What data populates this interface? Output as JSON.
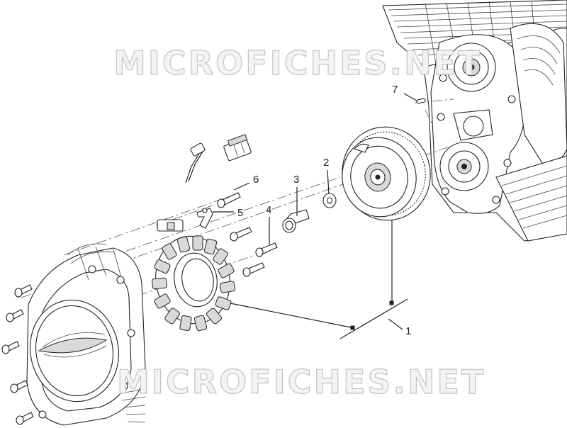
{
  "watermark": {
    "top_text": "MICROFICHES.NET",
    "bottom_text": "MICROFICHES.NET"
  },
  "callouts": [
    {
      "id": "1",
      "label": "1"
    },
    {
      "id": "2",
      "label": "2"
    },
    {
      "id": "3",
      "label": "3"
    },
    {
      "id": "4",
      "label": "4"
    },
    {
      "id": "5",
      "label": "5"
    },
    {
      "id": "6",
      "label": "6"
    },
    {
      "id": "7",
      "label": "7"
    }
  ],
  "colors": {
    "line": "#222222",
    "watermark_fill": "#f3f3f3",
    "watermark_stroke": "#c4c4c4",
    "background": "#ffffff"
  }
}
